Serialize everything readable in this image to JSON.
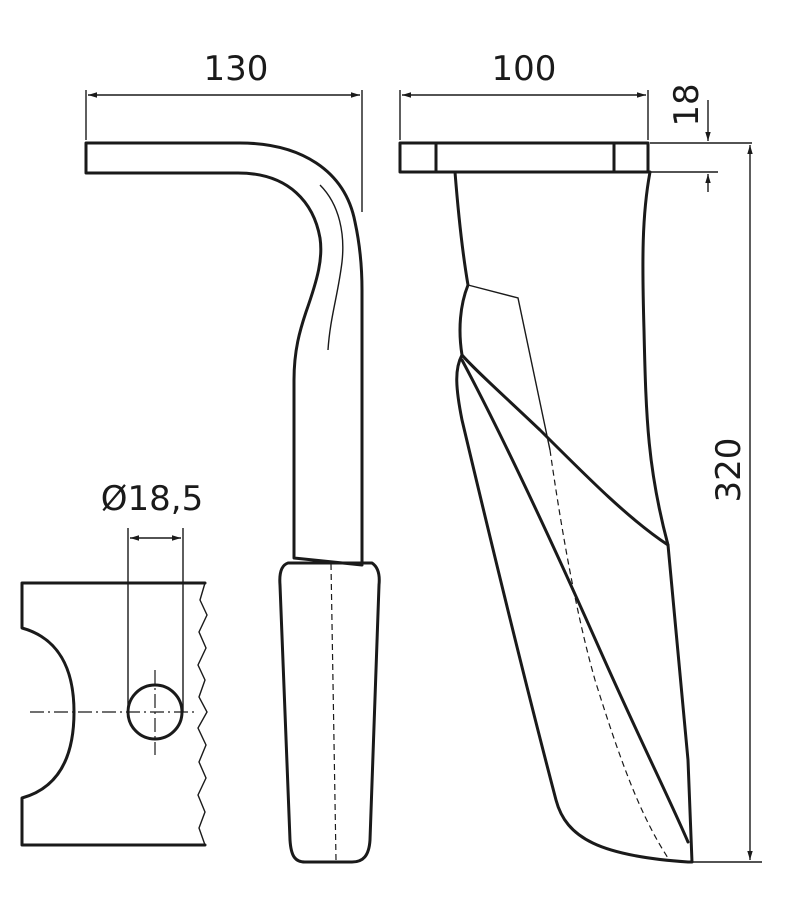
{
  "dimensions": {
    "side_width": "130",
    "front_width": "100",
    "plate_thickness": "18",
    "overall_height": "320",
    "hole_diameter": "Ø18,5"
  },
  "colors": {
    "ink": "#1a1a1a",
    "background": "#ffffff"
  }
}
